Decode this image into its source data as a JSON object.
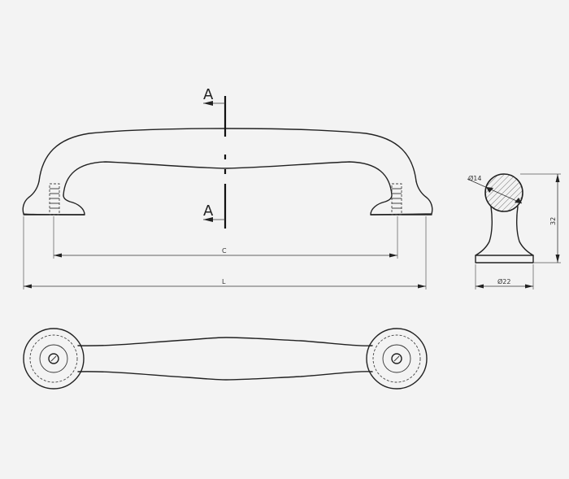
{
  "section": {
    "top_label": "A",
    "bottom_label": "A"
  },
  "dimensions": {
    "c_label": "C",
    "l_label": "L",
    "diam14_label": "Ø14",
    "diam22_label": "Ø22",
    "height_label": "32"
  }
}
